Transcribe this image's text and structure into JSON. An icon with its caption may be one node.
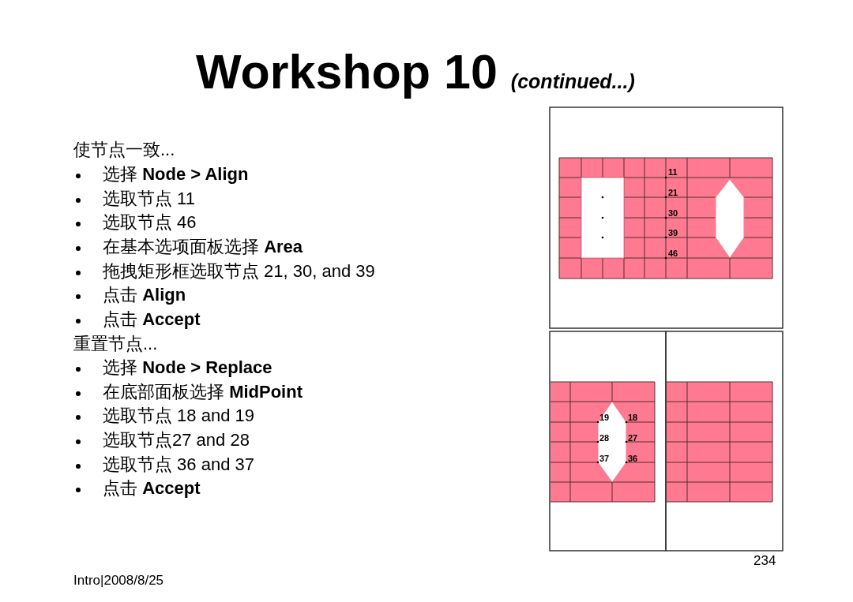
{
  "diagram": {
    "title": "Workshop 10 *(continued...)*",
    "labels": [
      "使节点一致...",
      "选择 **Node > Align**",
      "选取节点 11",
      "选取节点 46",
      "在基本选项面板选择 **Area**",
      "拖拽矩形框选取节点 21, 30, and 39",
      "点击 **Align**",
      "点击 **Accept**",
      "重置节点...",
      "选择 **Node > Replace**",
      "在底部面板选择 **MidPoint**",
      "选取节点 18 and 19",
      "选取节点27 and 28",
      "选取节点 36 and 37",
      "点击 **Accept**",
      "11",
      "21",
      "30",
      "39",
      "46",
      "19",
      "18",
      "28",
      "27",
      "37",
      "36",
      "Intro|2008/8/25",
      "234"
    ]
  }
}
